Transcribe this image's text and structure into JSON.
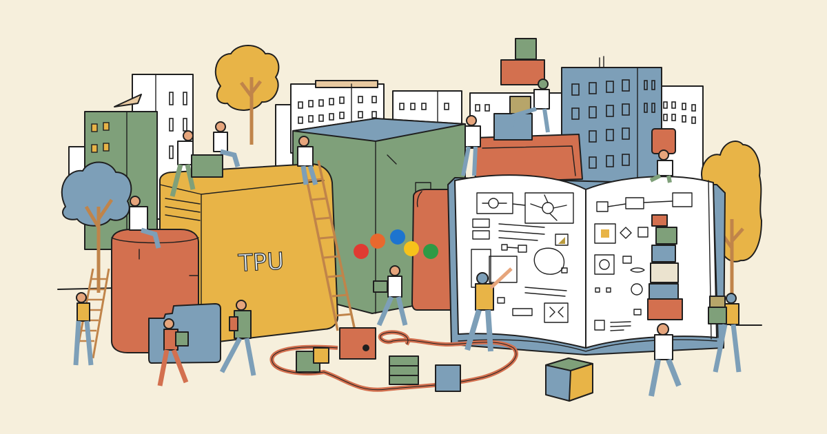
{
  "illustration": {
    "chip_label": "TPU",
    "palette": {
      "background": "#f6efdc",
      "ink": "#1f1f1f",
      "mustard": "#e8b447",
      "sage": "#7fa07a",
      "sage_dark": "#6e9268",
      "terracotta": "#d3704f",
      "terracotta_dark": "#c4603f",
      "slate_blue": "#7d9fb8",
      "white": "#ffffff",
      "trunk": "#c0844a",
      "skin": "#e6a57c",
      "denim": "#7d9fb8",
      "shirt_yellow": "#e8b447"
    },
    "brand_dots": [
      {
        "name": "red",
        "color": "#e03a32"
      },
      {
        "name": "orange",
        "color": "#e8682e"
      },
      {
        "name": "blue",
        "color": "#1d74cf"
      },
      {
        "name": "yellow",
        "color": "#f6c21b"
      },
      {
        "name": "green",
        "color": "#2e9a45"
      }
    ]
  }
}
